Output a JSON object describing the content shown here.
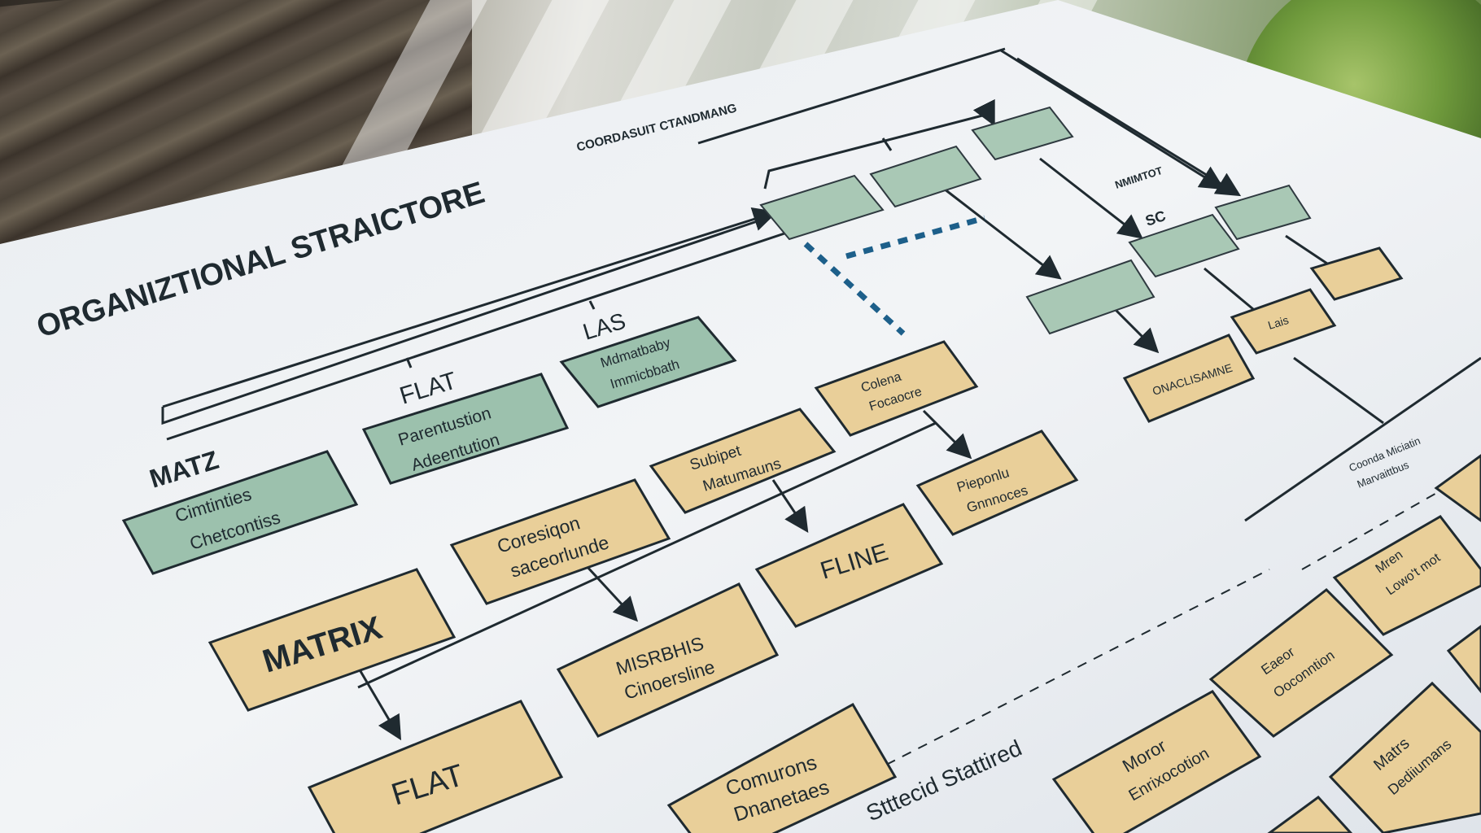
{
  "title": "ORGANIZTIONAL STRAICTORE",
  "subtitle": "COORDASUIT CTANDMANG",
  "right_caption": "NMIMTOT",
  "small_codes": [
    "SC"
  ],
  "headings": {
    "matz": "MATZ",
    "flat": "FLAT",
    "las": "LAS"
  },
  "boxes": {
    "green_matz": [
      "Cimtinties",
      "Chetcontiss"
    ],
    "green_flat": [
      "Parentustion",
      "Adeentution"
    ],
    "green_las": [
      "Mdmatbaby",
      "Immicbbath"
    ],
    "matrix": "MATRIX",
    "flat_bottom": "FLAT",
    "coresign": [
      "Coresiqon",
      "saceorlunde"
    ],
    "misrells": [
      "MISRBHIS",
      "Cinoersline"
    ],
    "subpet": [
      "Subipet",
      "Matumauns"
    ],
    "fline": "FLINE",
    "colena": [
      "Colena",
      "Focaocre"
    ],
    "pieponu": [
      "Pieponlu",
      "Gnnnoces"
    ],
    "comurons": [
      "Comurons",
      "Dnanetaes"
    ],
    "moror": [
      "Moror",
      "Enrixocotion"
    ],
    "eaeor": [
      "Eaeor",
      "Ooconntion"
    ],
    "mren": [
      "Mren",
      "Lowo't mot"
    ],
    "matrs": [
      "Matrs",
      "Dediiumans"
    ],
    "onacl": "ONACLISAMNE",
    "lais": "Lais"
  },
  "bottom_caption": "Stttecid Stattired",
  "mid_caption": [
    "Coonda Miciatin",
    "Marvaittbus"
  ]
}
